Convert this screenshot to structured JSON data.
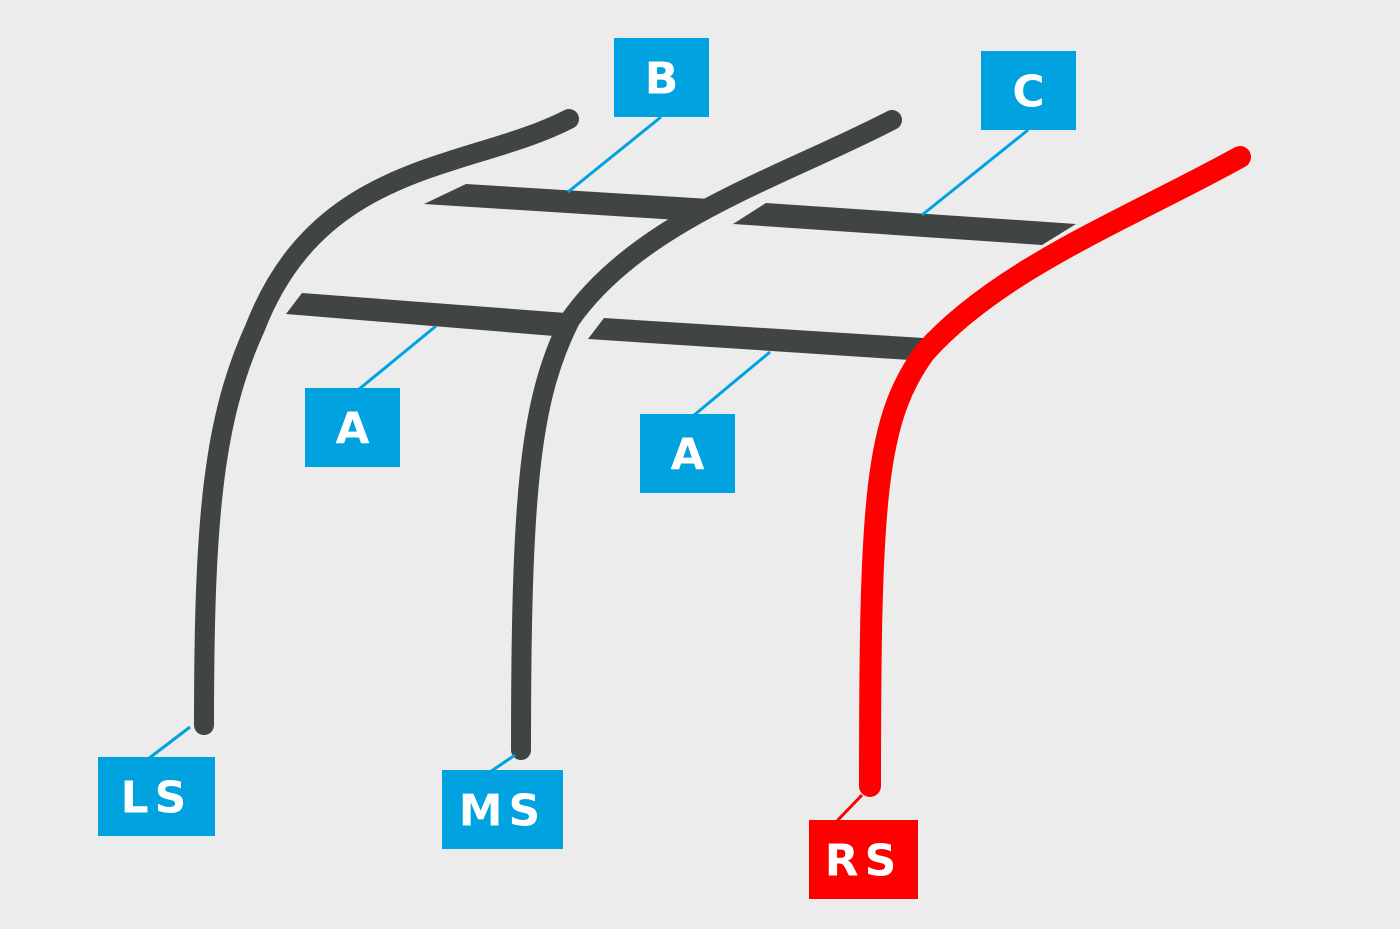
{
  "colors": {
    "background": "#ececec",
    "pole": "#404442",
    "highlight_pole": "#ff0000",
    "label_box": "#00a3df",
    "highlight_label_box": "#ff0000",
    "leader_line": "#00a3df",
    "label_text": "#ffffff"
  },
  "labels": {
    "b": "B",
    "c": "C",
    "a_left": "A",
    "a_right": "A",
    "ls": "LS",
    "ms": "MS",
    "rs": "RS"
  },
  "highlighted_pole": "RS"
}
